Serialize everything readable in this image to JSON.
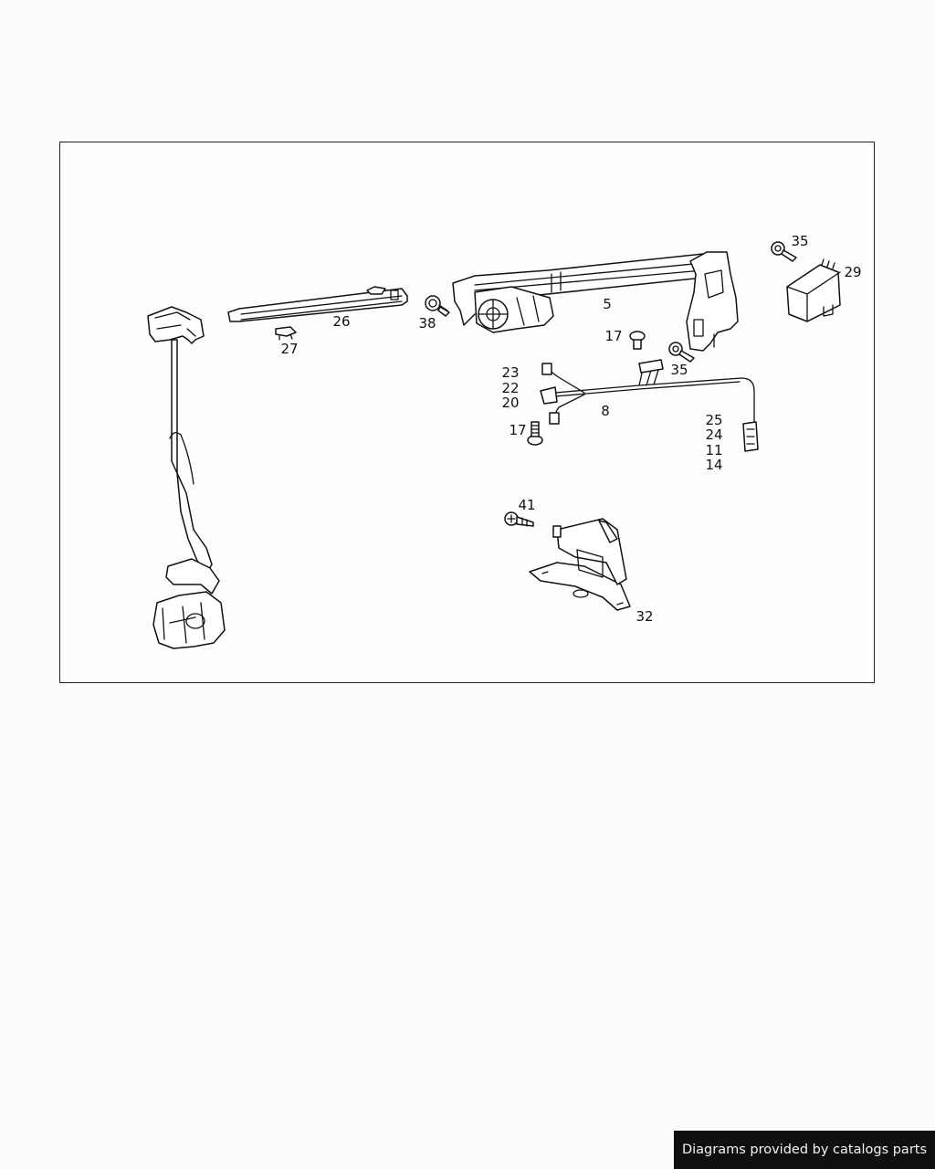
{
  "diagram": {
    "labels": {
      "l5": "5",
      "l8": "8",
      "l11": "11",
      "l14": "14",
      "l17a": "17",
      "l17b": "17",
      "l20": "20",
      "l22": "22",
      "l23": "23",
      "l24": "24",
      "l25": "25",
      "l26": "26",
      "l27": "27",
      "l29": "29",
      "l32": "32",
      "l35a": "35",
      "l35b": "35",
      "l38": "38",
      "l41": "41"
    }
  },
  "footer": {
    "credit": "Diagrams provided by catalogs parts"
  }
}
